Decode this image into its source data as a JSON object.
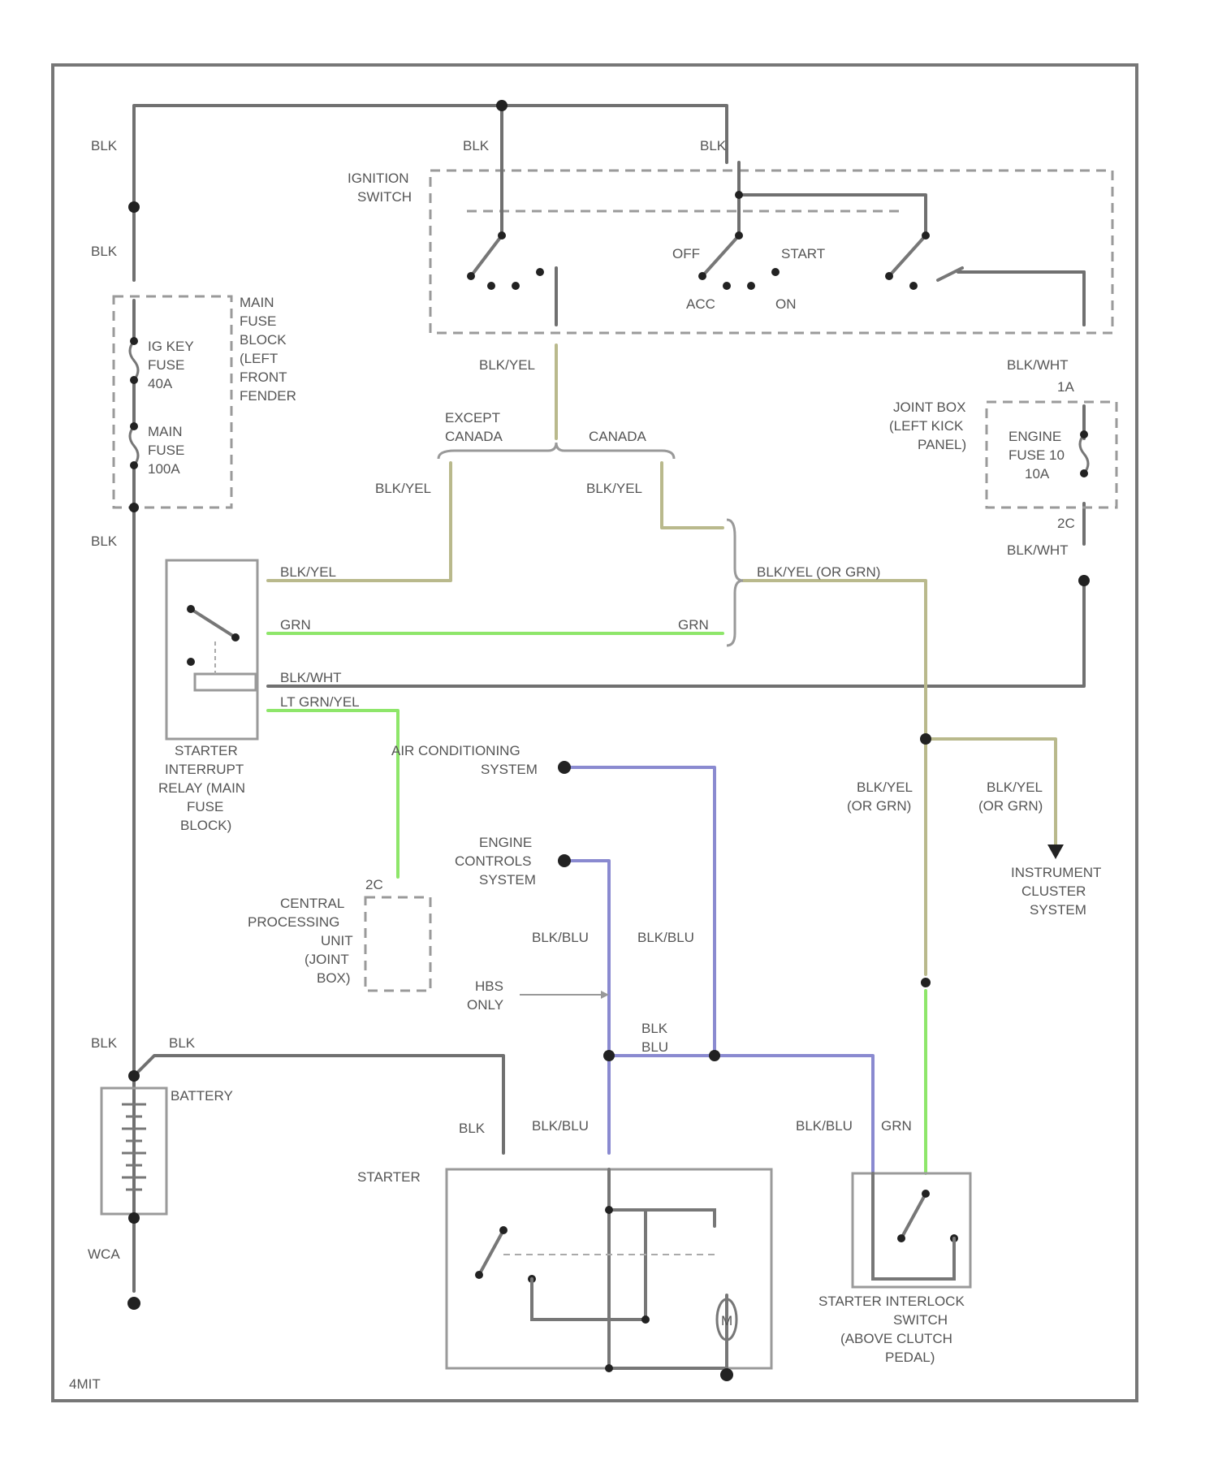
{
  "colors": {
    "black_wire": "#707070",
    "yellow_wire": "#b9b98c",
    "green_wire": "#8ee66a",
    "blue_wire": "#8a8ad0"
  },
  "labels": {
    "blk_topleft": "BLK",
    "blk_ign1": "BLK",
    "blk_ign2": "BLK",
    "blk_left2": "BLK",
    "ignition_switch": [
      "IGNITION",
      "SWITCH"
    ],
    "off": "OFF",
    "start": "START",
    "acc": "ACC",
    "on": "ON",
    "main_fuse_block": [
      "MAIN",
      "FUSE",
      "BLOCK",
      "(LEFT",
      "FRONT",
      "FENDER"
    ],
    "ig_key_fuse": [
      "IG KEY",
      "FUSE",
      "40A"
    ],
    "main_fuse": [
      "MAIN",
      "FUSE",
      "100A"
    ],
    "blk_yel_top": "BLK/YEL",
    "except_canada": [
      "EXCEPT",
      "CANADA"
    ],
    "canada": "CANADA",
    "blk_yel_left": "BLK/YEL",
    "blk_yel_right": "BLK/YEL",
    "blk_wht_top": "BLK/WHT",
    "joint_box": [
      "JOINT BOX",
      "(LEFT KICK",
      "PANEL)"
    ],
    "engine_fuse": [
      "ENGINE",
      "FUSE 10",
      "10A"
    ],
    "pin_1a": "1A",
    "pin_2c": "2C",
    "blk_wht_mid": "BLK/WHT",
    "blk_left3": "BLK",
    "blk_yel_relay": "BLK/YEL",
    "grn_relay": "GRN",
    "grn_right": "GRN",
    "blk_yel_or_grn": "BLK/YEL (OR GRN)",
    "blk_wht_relay": "BLK/WHT",
    "lt_grn_yel": "LT GRN/YEL",
    "starter_relay": [
      "STARTER",
      "INTERRUPT",
      "RELAY (MAIN",
      "FUSE",
      "BLOCK)"
    ],
    "ac_system": [
      "AIR CONDITIONING",
      "SYSTEM"
    ],
    "blk_yel_or_grn2": [
      "BLK/YEL",
      "(OR GRN)"
    ],
    "blk_yel_or_grn3": [
      "BLK/YEL",
      "(OR GRN)"
    ],
    "instrument_cluster": [
      "INSTRUMENT",
      "CLUSTER",
      "SYSTEM"
    ],
    "engine_controls": [
      "ENGINE",
      "CONTROLS",
      "SYSTEM"
    ],
    "pin_2c_cpu": "2C",
    "cpu": [
      "CENTRAL",
      "PROCESSING",
      "UNIT",
      "(JOINT",
      "BOX)"
    ],
    "blk_blu_1": "BLK/BLU",
    "blk_blu_2": "BLK/BLU",
    "hbs_only": [
      "HBS",
      "ONLY"
    ],
    "blk_left4": "BLK",
    "blk_bat": "BLK",
    "battery": "BATTERY",
    "blk_blu_mid": [
      "BLK",
      "BLU"
    ],
    "blk_starter": "BLK",
    "blk_blu_3": "BLK/BLU",
    "blk_blu_4": "BLK/BLU",
    "grn_bottom": "GRN",
    "starter": "STARTER",
    "wca": "WCA",
    "m": "M",
    "starter_interlock": [
      "STARTER INTERLOCK",
      "SWITCH",
      "(ABOVE CLUTCH",
      "PEDAL)"
    ],
    "figure_code": "4MIT"
  }
}
